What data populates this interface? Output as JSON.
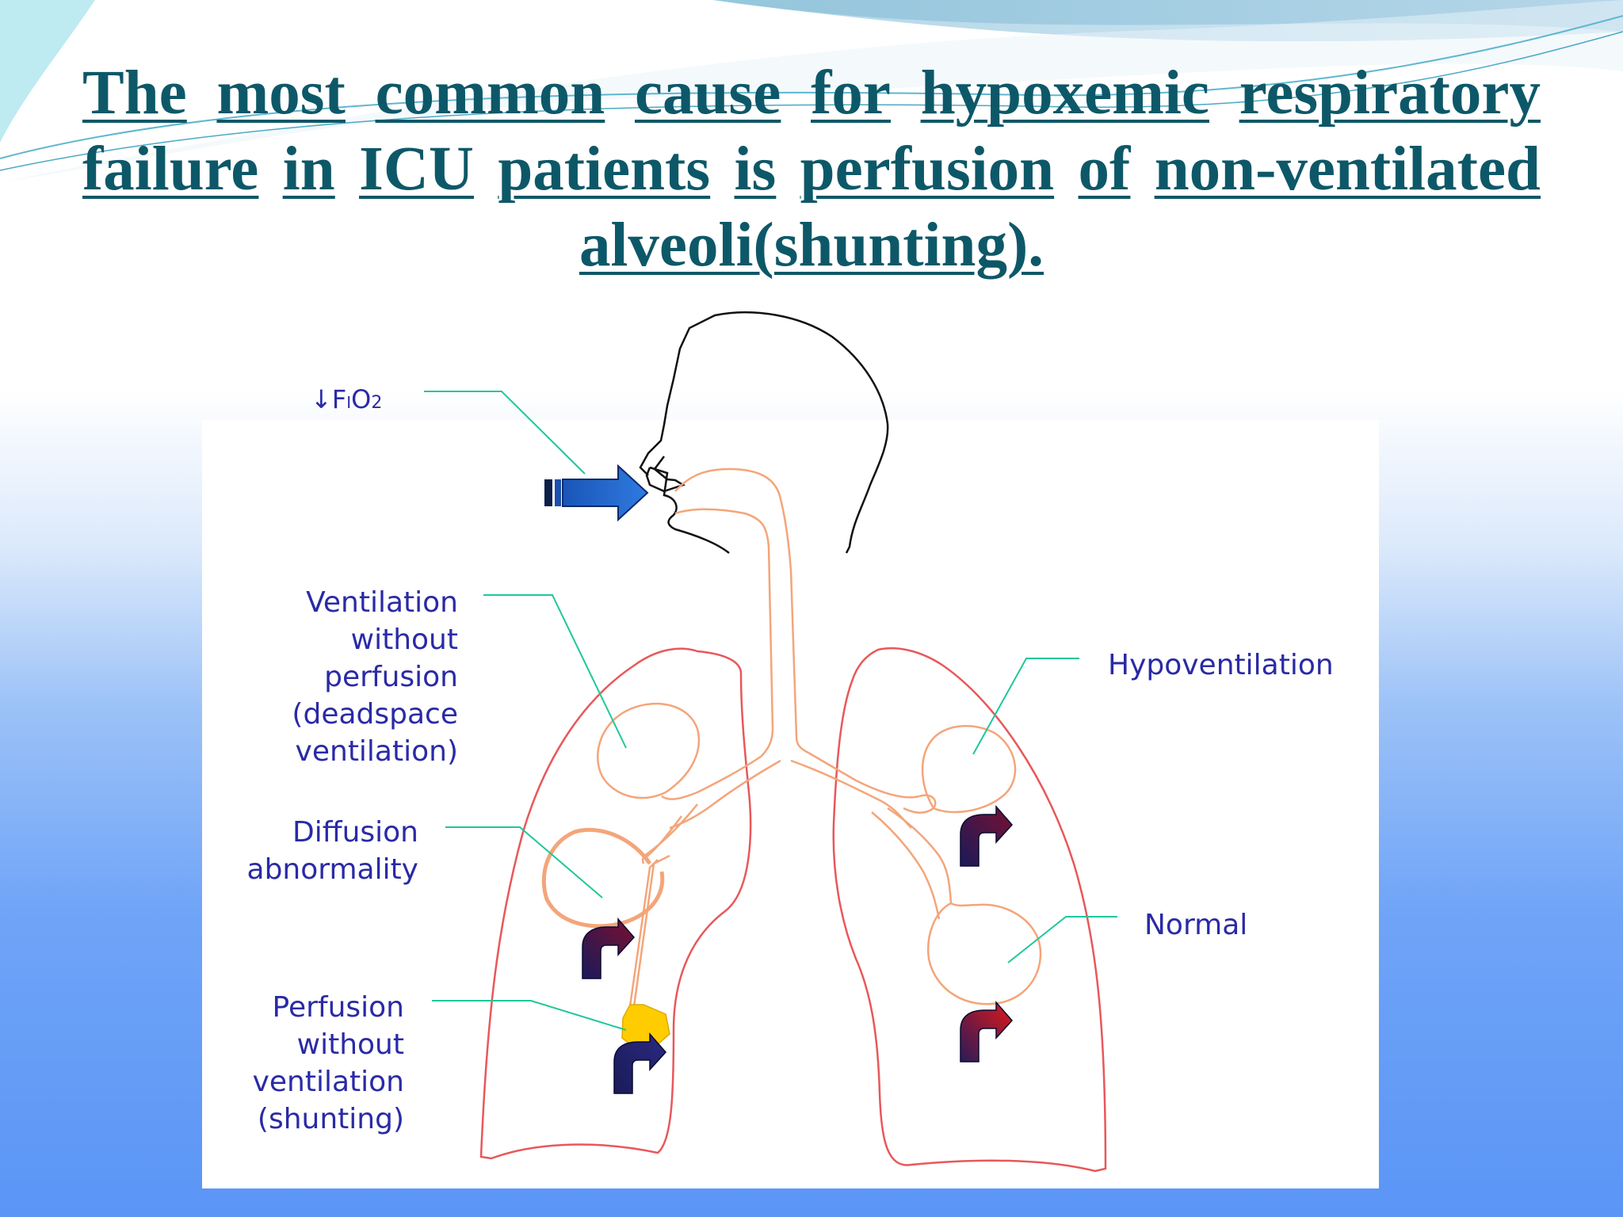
{
  "title": {
    "line1": [
      "The",
      "most",
      "common",
      "cause",
      "for",
      "hypoxemic",
      "respiratory"
    ],
    "line2": [
      "failure",
      "in",
      "ICU",
      "patients",
      "is",
      "perfusion",
      "of",
      "non-ventilated"
    ],
    "line3": "alveoli(shunting)."
  },
  "labels": {
    "fio2_arrow": "↓",
    "fio2_f": "F",
    "fio2_i": "I",
    "fio2_o": "O",
    "fio2_sub": "2",
    "deadspace": [
      "Ventilation",
      "without",
      "perfusion",
      "(deadspace",
      "ventilation)"
    ],
    "diffusion": [
      "Diffusion",
      "abnormality"
    ],
    "shunting": [
      "Perfusion",
      "without",
      "ventilation",
      "(shunting)"
    ],
    "hypoventilation": "Hypoventilation",
    "normal": "Normal"
  },
  "colors": {
    "title": "#0d5868",
    "label": "#2a2aa6",
    "leader": "#1fc79a",
    "airway": "#f4a57a",
    "lung_outline": "#e8585a",
    "inhale_arrow": "#1f63c9",
    "shunt_blob": "#ffcc00"
  }
}
